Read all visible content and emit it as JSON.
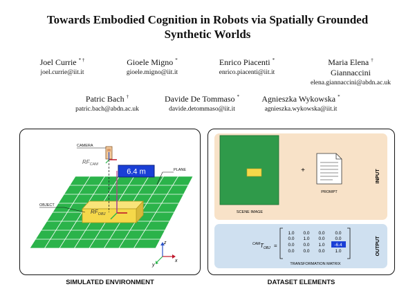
{
  "paper": {
    "title_line1": "Towards Embodied Cognition in Robots via Spatially Grounded",
    "title_line2": "Synthetic Worlds",
    "authors": [
      {
        "name": "Joel Currie",
        "aff": "* †",
        "email": "joel.currie@iit.it"
      },
      {
        "name": "Gioele Migno",
        "aff": "*",
        "email": "gioele.migno@iit.it"
      },
      {
        "name": "Enrico Piacenti",
        "aff": "*",
        "email": "enrico.piacenti@iit.it"
      },
      {
        "name": "Maria Elena",
        "name2": "Giannaccini",
        "aff": "†",
        "email": "elena.giannaccini@abdn.ac.uk"
      },
      {
        "name": "Patric Bach",
        "aff": "†",
        "email": "patric.bach@abdn.ac.uk"
      },
      {
        "name": "Davide De Tommaso",
        "aff": "*",
        "email": "davide.detommaso@iit.it"
      },
      {
        "name": "Agnieszka Wykowska",
        "aff": "*",
        "email": "agnieszka.wykowska@iit.it"
      }
    ]
  },
  "figure": {
    "left": {
      "camera_label": "CAMERA",
      "rf_cam": "RF",
      "rf_cam_sub": "CAM",
      "distance": "6.4 m",
      "plane_label": "PLANE",
      "object_label": "OBJECT",
      "rf_obj": "RF",
      "rf_obj_sub": "OBJ",
      "axis_z": "z",
      "axis_x": "x",
      "axis_y": "y",
      "caption": "SIMULATED ENVIRONMENT"
    },
    "right": {
      "input_label": "INPUT",
      "output_label": "OUTPUT",
      "scene_image_label": "SCENE IMAGE",
      "plus": "+",
      "prompt_label": "PROMPT",
      "matrix_sup": "CAM",
      "matrix_main": "T",
      "matrix_sub": "OBJ",
      "matrix_eq": "=",
      "matrix": [
        [
          "1.0",
          "0.0",
          "0.0",
          "0.0"
        ],
        [
          "0.0",
          "1.0",
          "0.0",
          "0.0"
        ],
        [
          "0.0",
          "0.0",
          "1.0",
          "-6.4"
        ],
        [
          "0.0",
          "0.0",
          "0.0",
          "1.0"
        ]
      ],
      "matrix_label": "TRANSFORMATION MATRIX",
      "caption": "DATASET ELEMENTS"
    },
    "colors": {
      "grid_green": "#2bb34a",
      "object_yellow": "#f5d84a",
      "distance_blue": "#1a3fd6",
      "input_bg": "#f8e2c8",
      "output_bg": "#cfe0f0",
      "scene_green": "#2f9a4a"
    }
  }
}
